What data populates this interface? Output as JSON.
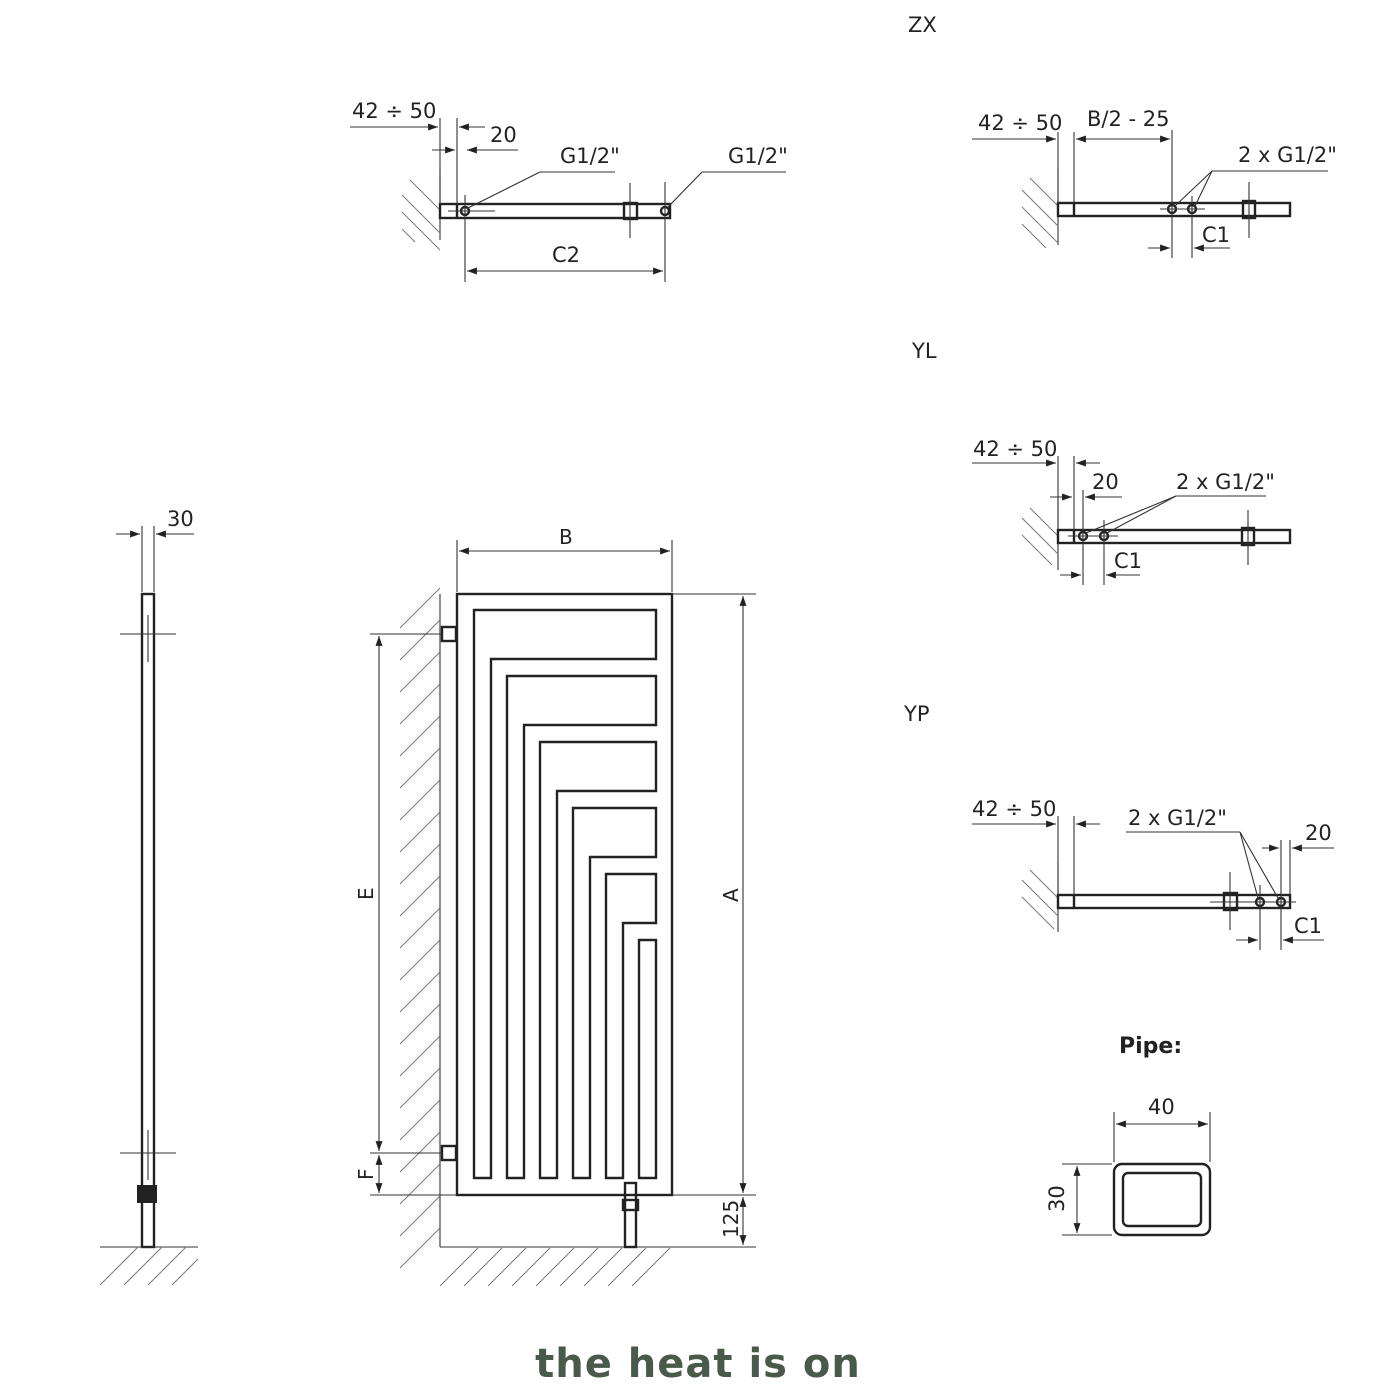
{
  "labels": {
    "zx_title": "ZX",
    "yl_title": "YL",
    "yp_title": "YP",
    "pipe_title": "Pipe:",
    "wall_distance": "42 ÷ 50",
    "offset_20": "20",
    "thread": "G1/2\"",
    "thread_double": "2 x G1/2\"",
    "c1": "C1",
    "c2": "C2",
    "b_half": "B/2 - 25",
    "dim_a": "A",
    "dim_b": "B",
    "dim_e": "E",
    "dim_f": "F",
    "dim_125": "125",
    "side_depth": "30",
    "pipe_width": "40",
    "pipe_height": "30"
  },
  "brand": {
    "text": "the heat is on",
    "color": "#4a5a4a"
  }
}
